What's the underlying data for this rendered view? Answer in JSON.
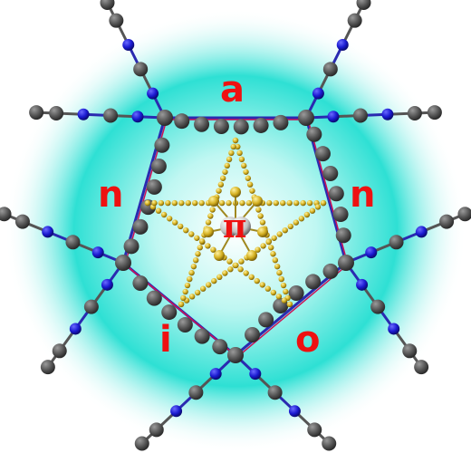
{
  "labels": {
    "top": "a",
    "upper_left": "n",
    "upper_right": "n",
    "lower_left": "i",
    "lower_right": "o",
    "center": "π"
  },
  "colors": {
    "glow": "#2ee0d4",
    "label": "#ee1111",
    "carbon": "#555555",
    "nitrogen": "#1a1ad0",
    "gold": "#d4b020",
    "bond_blue": "#2a2ab0",
    "bond_magenta": "#cc1155"
  }
}
